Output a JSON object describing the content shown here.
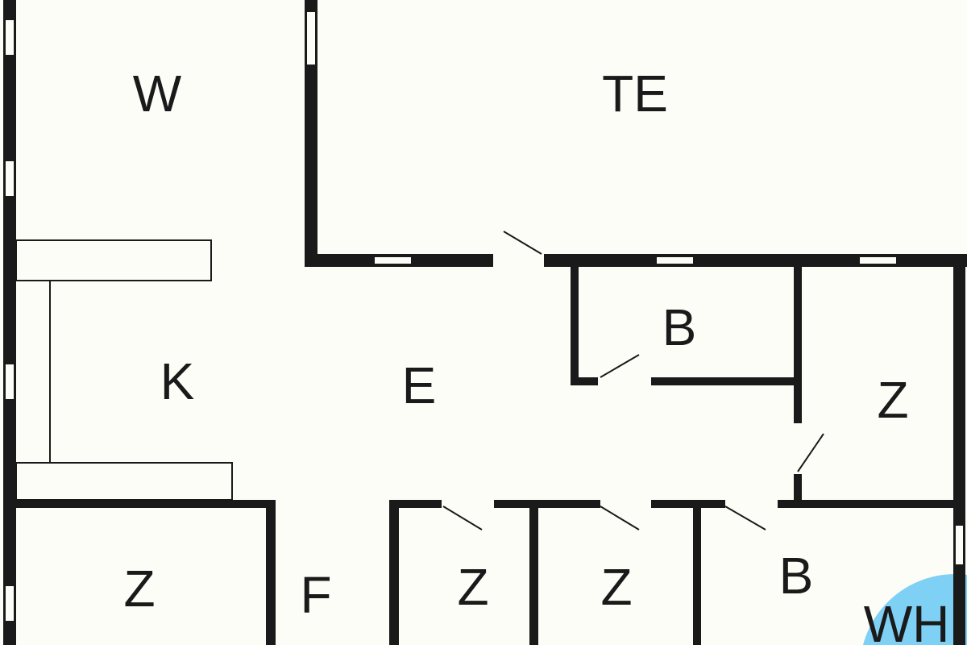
{
  "rooms": {
    "w": "W",
    "te": "TE",
    "b_upper": "B",
    "k": "K",
    "e": "E",
    "z_right": "Z",
    "z_left": "Z",
    "f": "F",
    "z_mid1": "Z",
    "z_mid2": "Z",
    "b_lower": "B",
    "wh": "WH"
  },
  "colors": {
    "wall": "#1a1a1a",
    "background": "#fdfdf8",
    "whirlpool": "#7fd0f5"
  }
}
